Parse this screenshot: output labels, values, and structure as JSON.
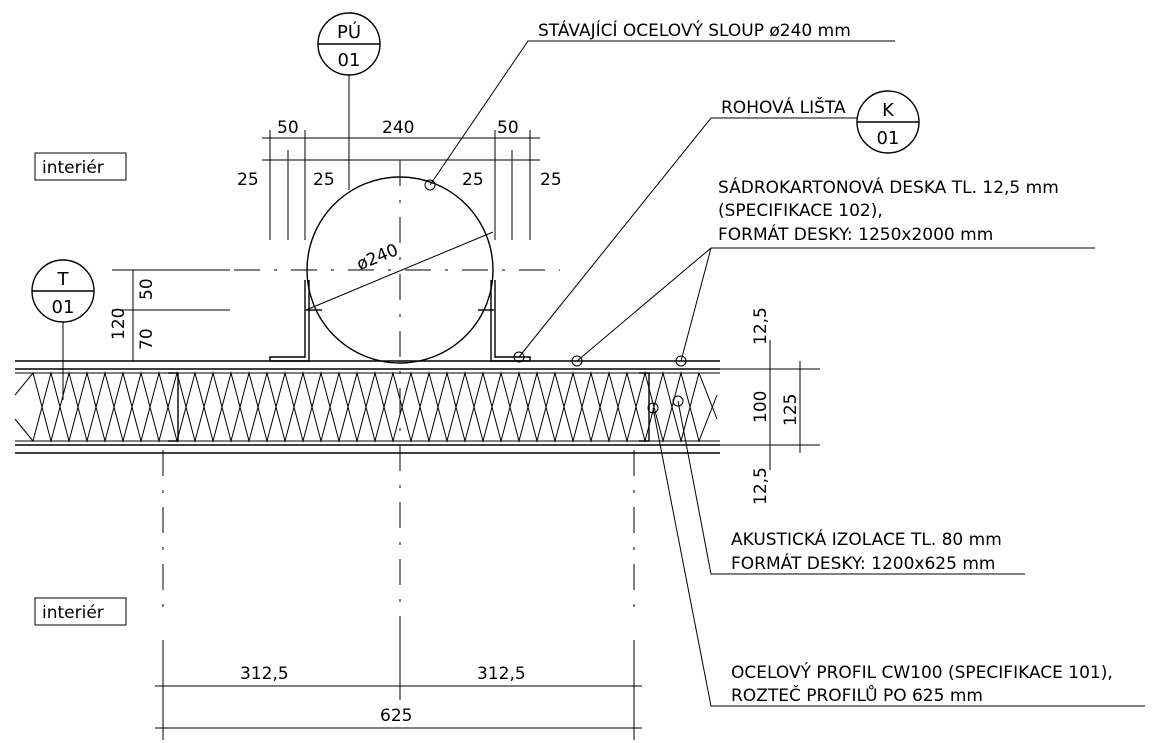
{
  "room_labels": {
    "top": "interiér",
    "bottom": "interiér"
  },
  "tags": {
    "pu": {
      "top": "PÚ",
      "bottom": "01"
    },
    "t": {
      "top": "T",
      "bottom": "01"
    },
    "k": {
      "top": "K",
      "bottom": "01"
    }
  },
  "callouts": {
    "column": "STÁVAJÍCÍ OCELOVÝ SLOUP ø240 mm",
    "corner": "ROHOVÁ LIŠTA",
    "board_1": "SÁDROKARTONOVÁ DESKA TL. 12,5 mm",
    "board_2": "(SPECIFIKACE 102),",
    "board_3": "FORMÁT DESKY: 1250x2000 mm",
    "insul_1": "AKUSTICKÁ IZOLACE TL. 80 mm",
    "insul_2": "FORMÁT DESKY: 1200x625 mm",
    "profile_1": "OCELOVÝ PROFIL CW100 (SPECIFIKACE 101),",
    "profile_2": "ROZTEČ PROFILŮ PO 625 mm"
  },
  "dimensions": {
    "d50_left": "50",
    "d240": "240",
    "d50_right": "50",
    "d25_a": "25",
    "d25_b": "25",
    "d25_c": "25",
    "d25_d": "25",
    "diam": "ø240",
    "d120": "120",
    "d50_v": "50",
    "d70": "70",
    "d12_5_top": "12,5",
    "d100": "100",
    "d125": "125",
    "d12_5_bot": "12,5",
    "d312_left": "312,5",
    "d312_right": "312,5",
    "d625": "625"
  }
}
